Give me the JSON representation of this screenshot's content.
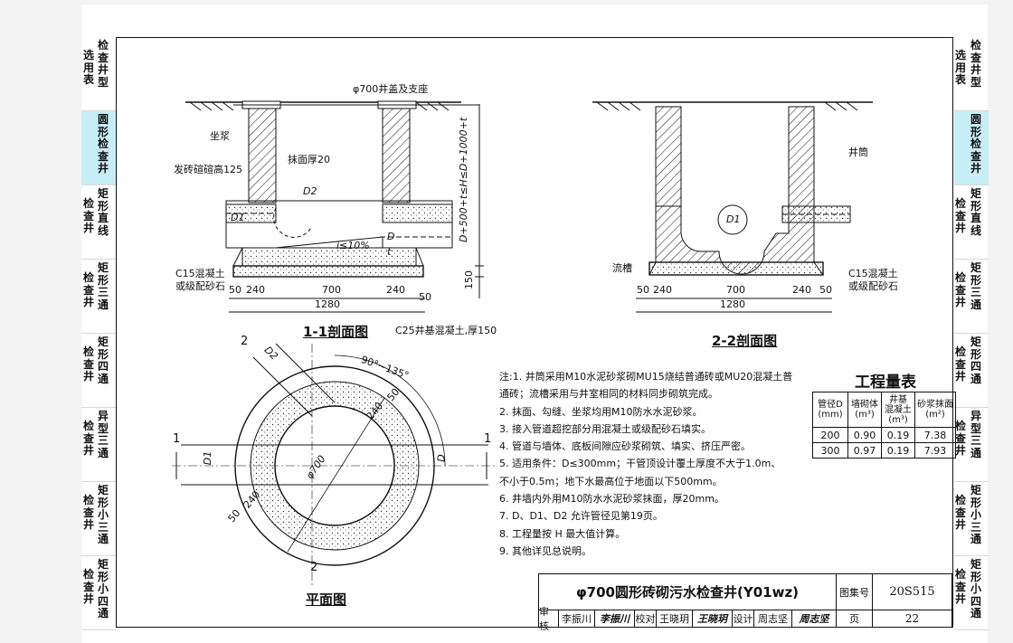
{
  "left_tabs": [
    {
      "text": "检\n查\n井\n型",
      "pre": "选\n用\n表",
      "active": false,
      "h": 82
    },
    {
      "text": "圆\n形\n检\n查\n井",
      "pre": "",
      "active": true,
      "h": 82
    },
    {
      "text": "矩\n形\n直\n线",
      "pre": "检\n查\n井",
      "active": false,
      "h": 82
    },
    {
      "text": "矩\n形\n三\n通",
      "pre": "检\n查\n井",
      "active": false,
      "h": 82
    },
    {
      "text": "矩\n形\n四\n通",
      "pre": "检\n查\n井",
      "active": false,
      "h": 82
    },
    {
      "text": "异\n型\n三\n通",
      "pre": "检\n查\n井",
      "active": false,
      "h": 82
    },
    {
      "text": "矩\n形\n小\n三\n通",
      "pre": "检\n查\n井",
      "active": false,
      "h": 82
    },
    {
      "text": "矩\n形\n小\n四\n通",
      "pre": "检\n查\n井",
      "active": false,
      "h": 82
    }
  ],
  "section1": {
    "title": "1-1剖面图",
    "labels": {
      "cover": "φ700井盖及支座",
      "seat": "坐浆",
      "render": "抹面厚20",
      "brick": "发砖碹碹高125",
      "slope": "i≤10%",
      "concrete": "C15混凝土",
      "gravel": "或级配砂石",
      "base": "C25井基混凝土,厚150",
      "height": "D+500+t≤H≤D+1000+t",
      "d1": "D1",
      "d2": "D2",
      "d": "D",
      "t": "t",
      "dim_150": "150",
      "dim_50a": "50",
      "dim_240a": "240",
      "dim_700": "700",
      "dim_240b": "240",
      "dim_50b": "50",
      "dim_1280": "1280"
    }
  },
  "section2": {
    "title": "2-2剖面图",
    "labels": {
      "shaft": "井筒",
      "channel": "流槽",
      "concrete": "C15混凝土",
      "gravel": "或级配砂石",
      "d1": "D1",
      "dim_50a": "50",
      "dim_240a": "240",
      "dim_700": "700",
      "dim_240b": "240",
      "dim_50b": "50",
      "dim_1280": "1280"
    }
  },
  "plan": {
    "title": "平面图",
    "labels": {
      "angle": "90°~135°",
      "d2": "D2",
      "d1": "D1",
      "d": "D",
      "phi": "φ700",
      "dim_240a": "240",
      "dim_50a": "50",
      "dim_240b": "240",
      "dim_50b": "50",
      "sec1_left": "1",
      "sec1_right": "1",
      "sec2_top": "2",
      "sec2_bottom": "2"
    }
  },
  "notes": [
    "注:1. 井筒采用M10水泥砂浆砌MU15烧结普通砖或MU20混凝土普",
    "         通砖；流槽采用与井室相同的材料同步砌筑完成。",
    "     2. 抹面、勾缝、坐浆均用M10防水水泥砂浆。",
    "     3. 接入管道超挖部分用混凝土或级配砂石填实。",
    "     4. 管道与墙体、底板间隙应砂浆砌筑、填实、挤压严密。",
    "     5. 适用条件：D≤300mm；干管顶设计覆土厚度不大于1.0m、",
    "         不小于0.5m；地下水最高位于地面以下500mm。",
    "     6. 井墙内外用M10防水水泥砂浆抹面，厚20mm。",
    "     7. D、D1、D2 允许管径见第19页。",
    "     8. 工程量按 H 最大值计算。",
    "     9. 其他详见总说明。"
  ],
  "quantity_table": {
    "title": "工程量表",
    "headers": [
      "管径D\n(mm)",
      "墙砌体\n(m³)",
      "井基\n混凝土\n(m³)",
      "砂浆抹面\n(m²)"
    ],
    "rows": [
      [
        "200",
        "0.90",
        "0.19",
        "7.38"
      ],
      [
        "300",
        "0.97",
        "0.19",
        "7.93"
      ]
    ]
  },
  "title_block": {
    "drawing_title": "φ700圆形砖砌污水检查井(Y01wz)",
    "atlas_label": "图集号",
    "atlas_no": "20S515",
    "page_label": "页",
    "page_no": "22",
    "review_label": "审核",
    "reviewer": "李振川",
    "reviewer_sig": "李振川",
    "check_label": "校对",
    "checker": "王晓玥",
    "checker_sig": "王晓玥",
    "design_label": "设计",
    "designer": "周志坚",
    "designer_sig": "周志坚"
  },
  "colors": {
    "active_tab": "#c7eef7",
    "hatch": "#222222",
    "line": "#111111"
  }
}
